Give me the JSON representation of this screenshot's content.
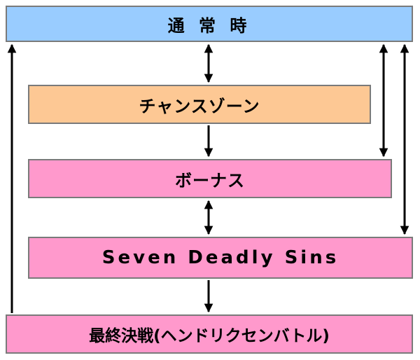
{
  "nodes": {
    "normal": {
      "label": "通 常 時",
      "color": "#99ccff"
    },
    "chance": {
      "label": "チャンスゾーン",
      "color": "#fdc894"
    },
    "bonus": {
      "label": "ボーナス",
      "color": "#ff99cc"
    },
    "sds": {
      "label": "Seven Deadly Sins",
      "color": "#ff99cc"
    },
    "final": {
      "label": "最終決戦(ヘンドリクセンバトル)",
      "color": "#ff99cc"
    }
  },
  "edges": [
    {
      "from": "normal",
      "to": "chance",
      "direction": "both"
    },
    {
      "from": "chance",
      "to": "bonus",
      "direction": "forward"
    },
    {
      "from": "bonus",
      "to": "sds",
      "direction": "both"
    },
    {
      "from": "sds",
      "to": "final",
      "direction": "forward"
    },
    {
      "from": "final",
      "to": "normal",
      "direction": "forward"
    },
    {
      "from": "normal",
      "to": "bonus",
      "direction": "both"
    },
    {
      "from": "normal",
      "to": "sds",
      "direction": "both"
    }
  ]
}
